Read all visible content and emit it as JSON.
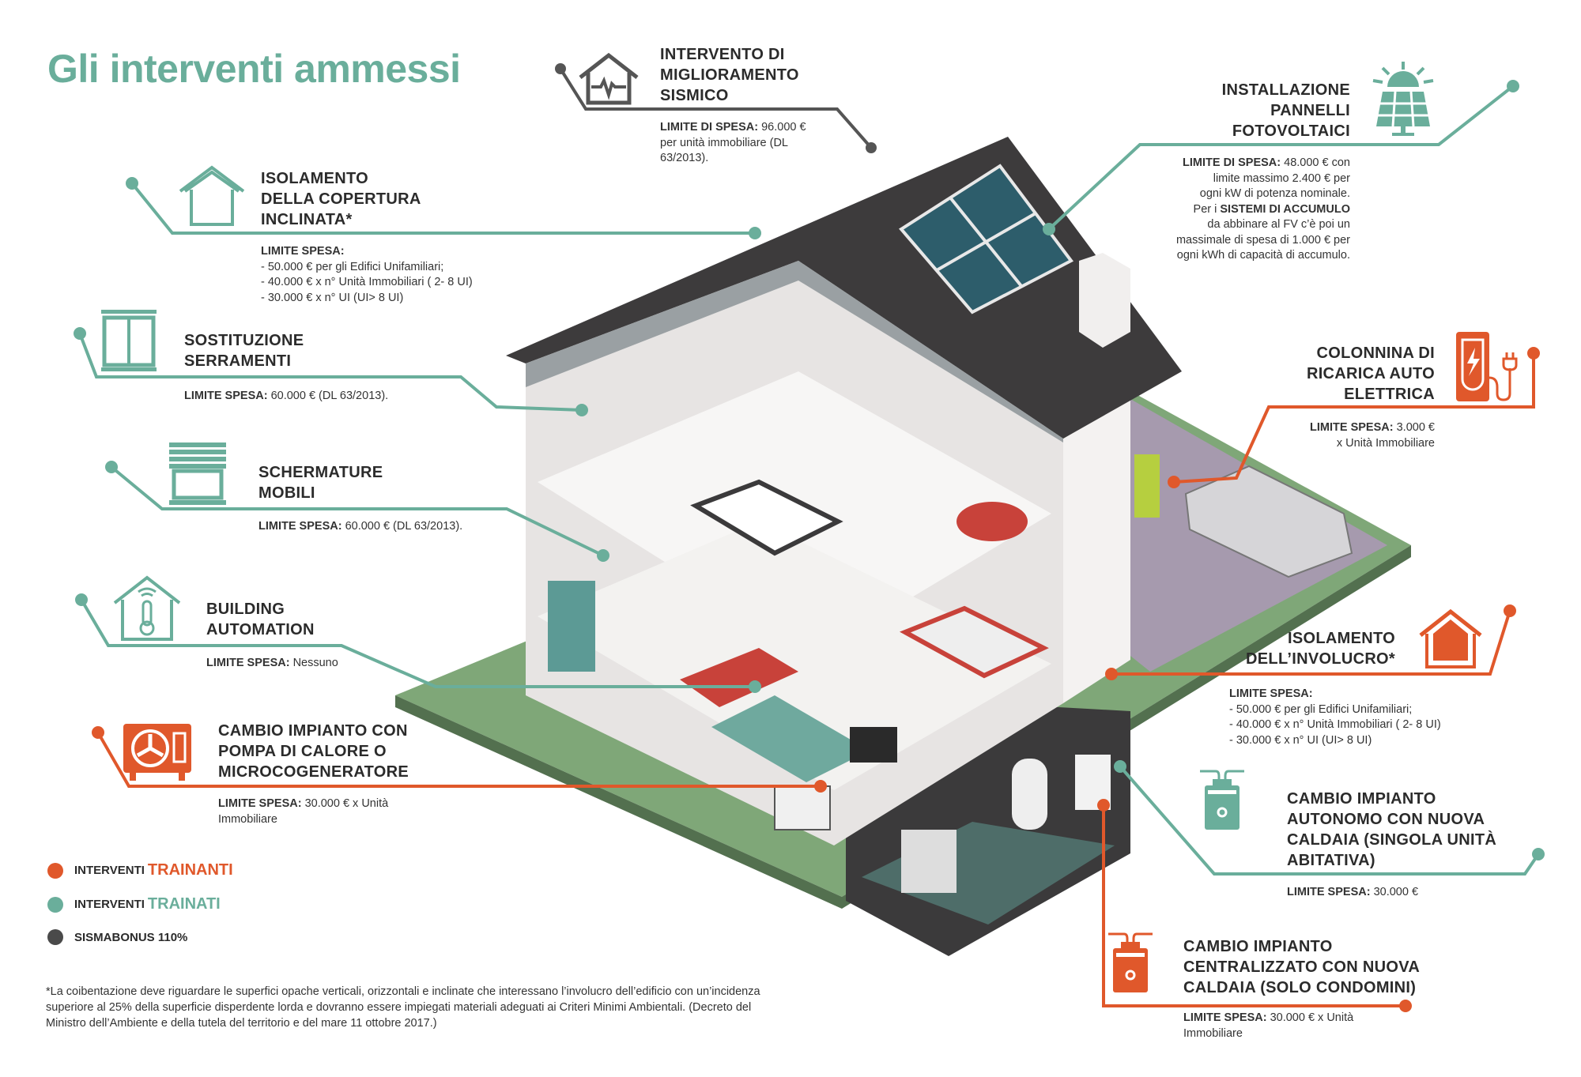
{
  "title": "Gli interventi ammessi",
  "colors": {
    "trainanti": "#e0582b",
    "trainati": "#6aae9b",
    "sismabonus": "#4a4a4a"
  },
  "interventions": {
    "sismico": {
      "title": [
        "INTERVENTO DI",
        "MIGLIORAMENTO",
        "SISMICO"
      ],
      "label": "LIMITE DI SPESA:",
      "lines": [
        "96.000 €",
        "per unità immobiliare (DL",
        "63/2013)."
      ],
      "icon": "house-seismic-icon"
    },
    "copertura": {
      "title": [
        "ISOLAMENTO",
        "DELLA COPERTURA",
        "INCLINATA*"
      ],
      "label": "LIMITE SPESA:",
      "lines": [
        "- 50.000 € per gli Edifici Unifamiliari;",
        "- 40.000 € x n° Unità Immobiliari ( 2- 8 UI)",
        "- 30.000 € x n° UI (UI> 8 UI)"
      ],
      "icon": "house-outline-icon"
    },
    "serramenti": {
      "title": [
        "SOSTITUZIONE",
        "SERRAMENTI"
      ],
      "label": "LIMITE SPESA:",
      "value": "60.000 € (DL 63/2013).",
      "icon": "window-icon"
    },
    "schermature": {
      "title": [
        "SCHERMATURE",
        "MOBILI"
      ],
      "label": "LIMITE SPESA:",
      "value": "60.000 € (DL 63/2013).",
      "icon": "blinds-icon"
    },
    "automation": {
      "title": [
        "BUILDING",
        "AUTOMATION"
      ],
      "label": "LIMITE SPESA:",
      "value": "Nessuno",
      "icon": "smart-thermometer-icon"
    },
    "pompa": {
      "title": [
        "CAMBIO IMPIANTO CON",
        "POMPA DI CALORE O",
        "MICROCOGENERATORE"
      ],
      "label": "LIMITE SPESA:",
      "lines": [
        "30.000 € x Unità",
        "Immobiliare"
      ],
      "icon": "heat-pump-icon"
    },
    "fotovoltaico": {
      "title": [
        "INSTALLAZIONE",
        "PANNELLI",
        "FOTOVOLTAICI"
      ],
      "label": "LIMITE DI SPESA:",
      "lines": [
        "48.000 € con",
        "limite massimo 2.400 € per",
        "ogni kW di potenza nominale."
      ],
      "accumulo_pre": "Per i",
      "accumulo_label": "SISTEMI DI ACCUMULO",
      "accumulo_lines": [
        "da abbinare al FV c’è poi un",
        "massimale di spesa di 1.000 € per",
        "ogni kWh di capacità di accumulo."
      ],
      "icon": "solar-panel-icon"
    },
    "colonnina": {
      "title": [
        "COLONNINA DI",
        "RICARICA AUTO",
        "ELETTRICA"
      ],
      "label": "LIMITE SPESA:",
      "lines": [
        "3.000 €",
        "x Unità Immobiliare"
      ],
      "icon": "ev-charger-icon"
    },
    "involucro": {
      "title": [
        "ISOLAMENTO",
        "DELL’INVOLUCRO*"
      ],
      "label": "LIMITE SPESA:",
      "lines": [
        "- 50.000 € per gli Edifici Unifamiliari;",
        "- 40.000 € x n° Unità Immobiliari ( 2- 8 UI)",
        "- 30.000 € x n° UI (UI> 8 UI)"
      ],
      "icon": "house-filled-icon"
    },
    "autonomo": {
      "title": [
        "CAMBIO IMPIANTO",
        "AUTONOMO CON NUOVA",
        "CALDAIA (SINGOLA UNITÀ",
        "ABITATIVA)"
      ],
      "label": "LIMITE SPESA:",
      "value": "30.000 €",
      "icon": "boiler-icon"
    },
    "centralizzato": {
      "title": [
        "CAMBIO IMPIANTO",
        "CENTRALIZZATO CON NUOVA",
        "CALDAIA (SOLO CONDOMINI)"
      ],
      "label": "LIMITE SPESA:",
      "lines": [
        "30.000 € x Unità",
        "Immobiliare"
      ],
      "icon": "boiler-icon"
    }
  },
  "legend": [
    {
      "prefix": "INTERVENTI",
      "highlight": "TRAINANTI"
    },
    {
      "prefix": "INTERVENTI",
      "highlight": "TRAINATI"
    },
    {
      "prefix": "SISMABONUS 110%",
      "highlight": ""
    }
  ],
  "footnote": "*La coibentazione deve riguardare le superfici opache verticali, orizzontali e inclinate che interessano l’involucro dell’edificio con un’incidenza superiore al 25% della superficie disperdente lorda e dovranno essere impiegati materiali adeguati ai Criteri Minimi Ambientali. (Decreto del Ministro dell’Ambiente e della tutela del territorio e del mare 11 ottobre 2017.)"
}
